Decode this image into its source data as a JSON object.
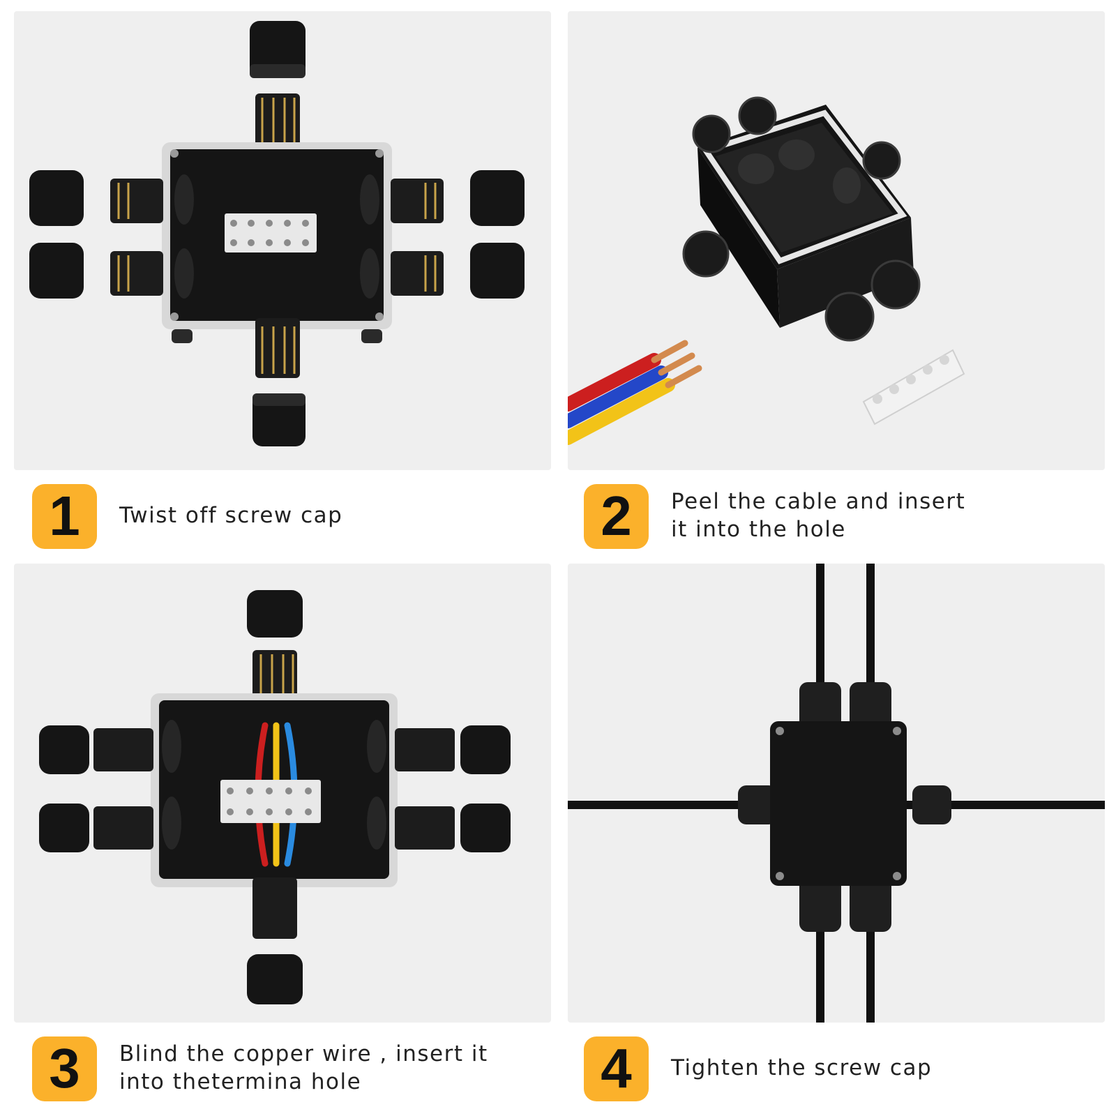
{
  "steps": [
    {
      "number": "1",
      "text": "Twist off screw cap"
    },
    {
      "number": "2",
      "text": "Peel the cable and insert it into the hole"
    },
    {
      "number": "3",
      "text": "Blind the copper wire , insert it into thetermina hole"
    },
    {
      "number": "4",
      "text": "Tighten the screw cap"
    }
  ],
  "colors": {
    "badge": "#fbb12b",
    "panel_background": "#efefef",
    "box_black": "#141414",
    "box_rim": "#d9d9d9",
    "wire_red": "#cc1f1f",
    "wire_yellow": "#f2c318",
    "wire_blue": "#2a8be0",
    "copper": "#d38a4e"
  }
}
